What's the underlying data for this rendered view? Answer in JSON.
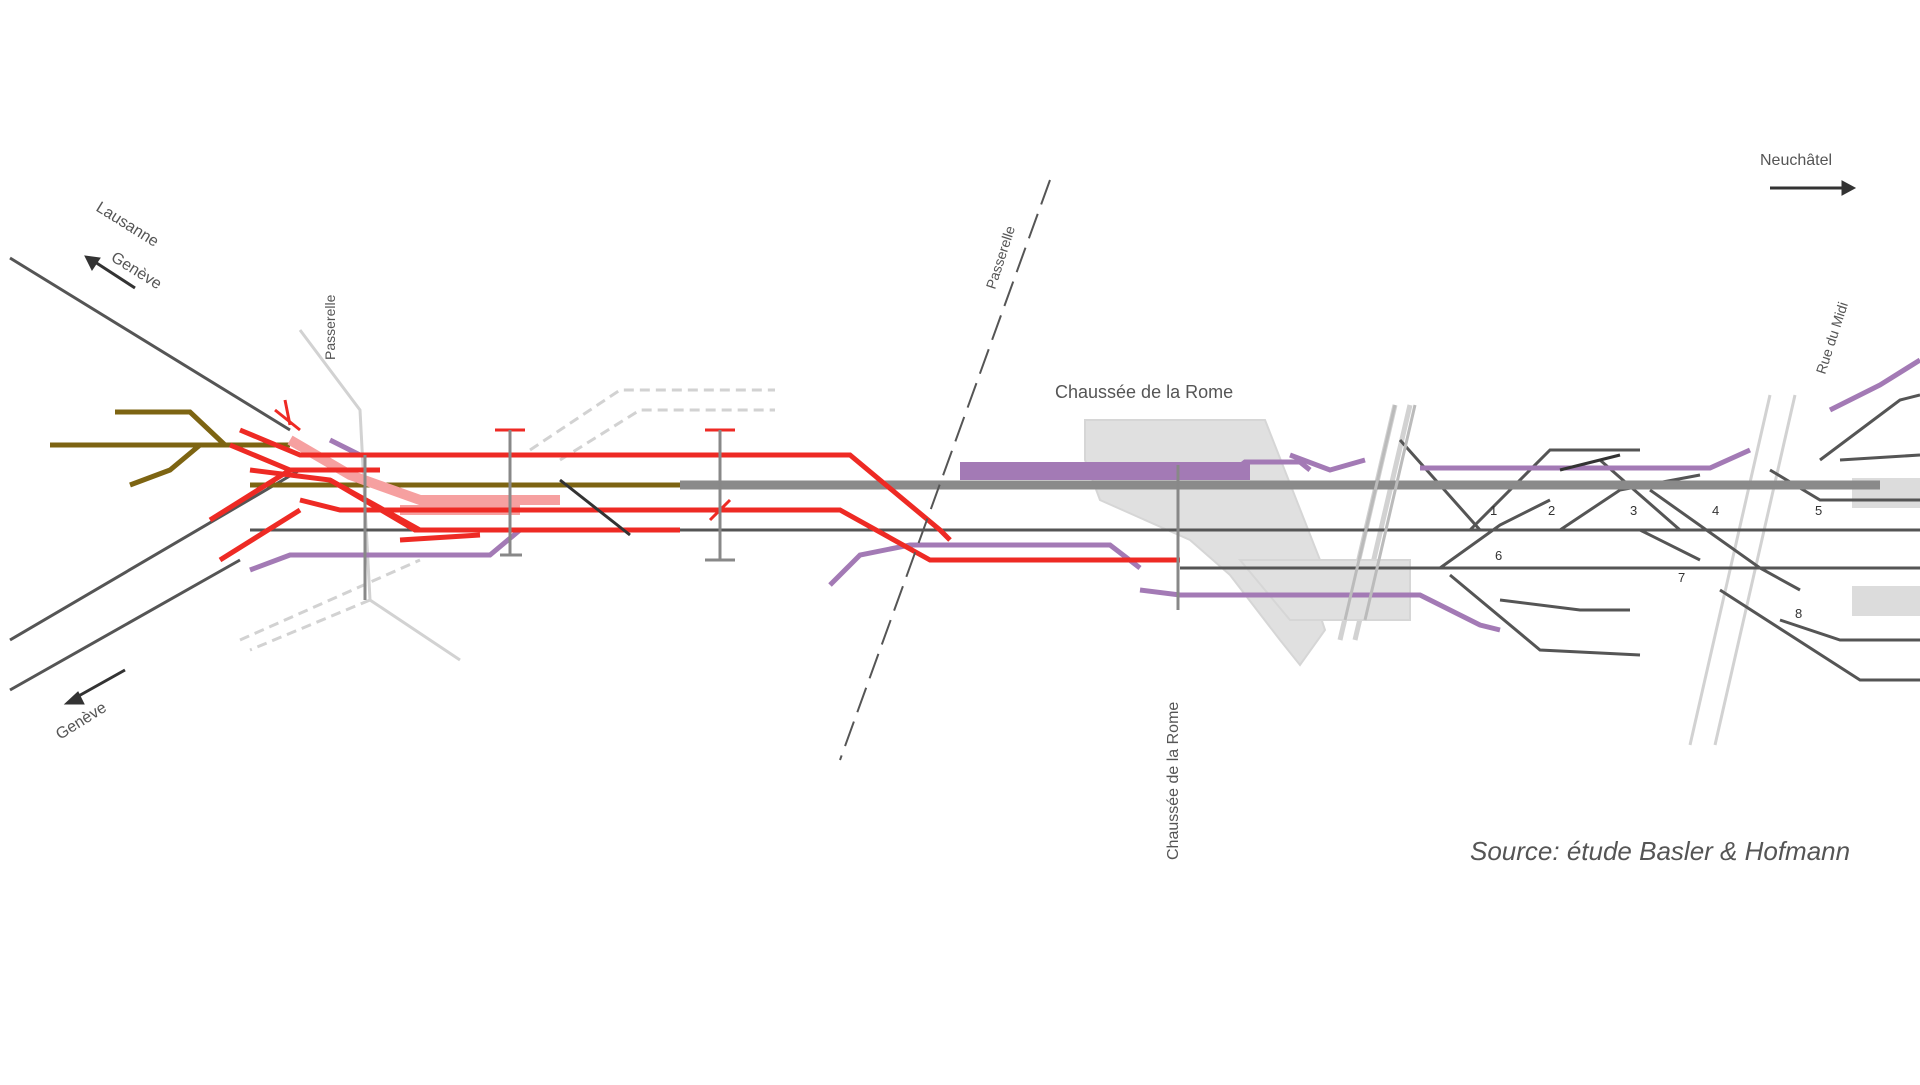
{
  "diagram": {
    "labels": {
      "chaussee_top": "Chaussée de la Rome",
      "chaussee_bottom": "Chaussée de la Rome",
      "bridge_left": "Passerelle",
      "bridge_mid": "Passerelle",
      "top_right": "Neuchâtel",
      "right_vertical": "Rue du Midi",
      "top_left_a": "Lausanne",
      "top_left_b": "Genève",
      "bottom_left": "Genève",
      "source": "Source: étude Basler & Hofmann"
    },
    "track_numbers": [
      "1",
      "2",
      "3",
      "4",
      "5",
      "6",
      "7",
      "8"
    ],
    "colors": {
      "red": "#ee2a24",
      "light_red": "#f6a0a0",
      "purple": "#a37ab5",
      "olive": "#7d6412",
      "grey": "#8a8a8a",
      "dark": "#555555",
      "faint": "#d2d2d2"
    }
  }
}
